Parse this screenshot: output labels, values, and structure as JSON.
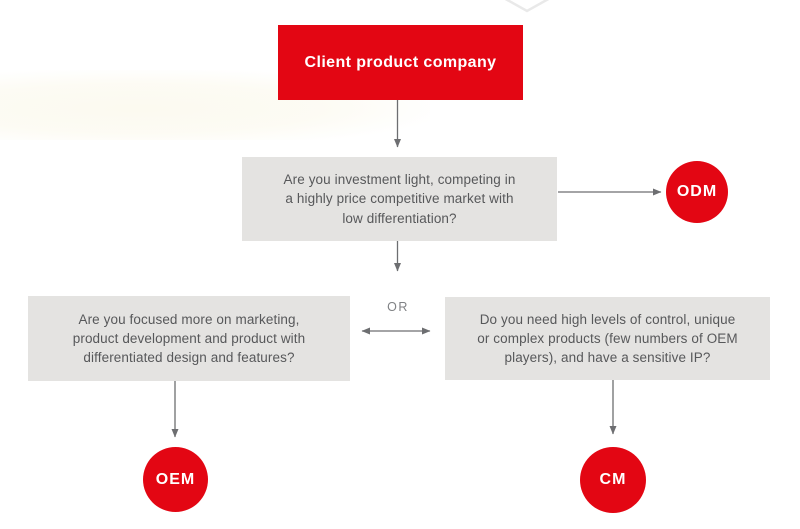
{
  "flowchart": {
    "root_node": {
      "label": "Client product company"
    },
    "question_nodes": [
      {
        "id": "q-main",
        "text": "Are you investment light, competing in\na highly price competitive market with\nlow differentiation?"
      },
      {
        "id": "q-left",
        "text": "Are you focused more on marketing,\nproduct development and product with\ndifferentiated design and features?"
      },
      {
        "id": "q-right",
        "text": "Do you need high levels of control, unique\nor complex products (few numbers of OEM\nplayers), and have a sensitive IP?"
      }
    ],
    "outcome_nodes": [
      {
        "id": "odm",
        "label": "ODM"
      },
      {
        "id": "oem",
        "label": "OEM"
      },
      {
        "id": "cm",
        "label": "CM"
      }
    ],
    "or_label": "OR",
    "colors": {
      "accent_red": "#e30613",
      "question_box_gray": "#e4e3e1",
      "question_text_gray": "#57585a",
      "arrow_gray": "#6d6e71",
      "background": "#ffffff"
    }
  }
}
